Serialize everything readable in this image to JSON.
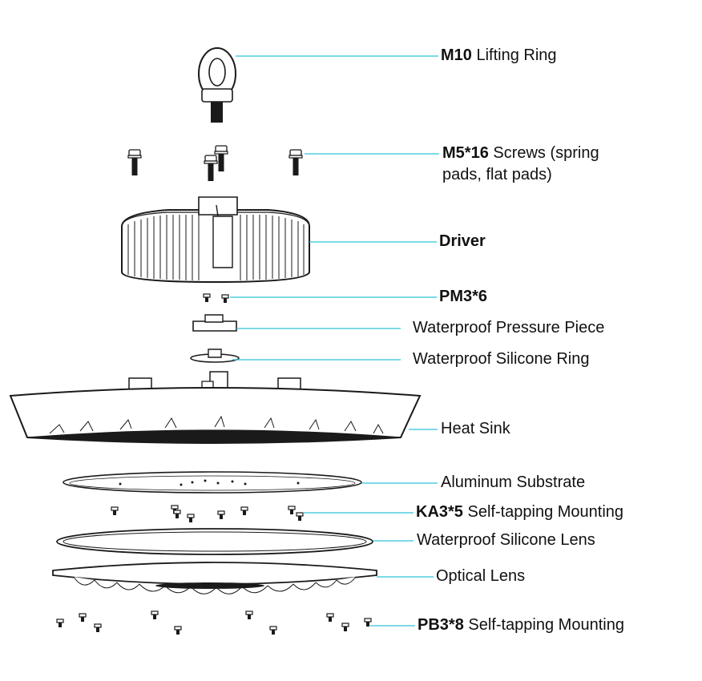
{
  "diagram": {
    "type": "exploded-assembly",
    "leader_color": "#2ec4d6",
    "stroke_color": "#1a1a1a",
    "labels": [
      {
        "id": "lifting-ring",
        "bold": "M10",
        "text": " Lifting Ring"
      },
      {
        "id": "screws",
        "bold": "M5*16",
        "text": " Screws (spring",
        "text2": "pads, flat pads)"
      },
      {
        "id": "driver",
        "bold": "Driver",
        "text": ""
      },
      {
        "id": "pm-screws",
        "bold": "PM3*6",
        "text": ""
      },
      {
        "id": "pressure-piece",
        "bold": "",
        "text": "Waterproof Pressure Piece"
      },
      {
        "id": "silicone-ring",
        "bold": "",
        "text": "Waterproof Silicone Ring"
      },
      {
        "id": "heat-sink",
        "bold": "",
        "text": "Heat Sink"
      },
      {
        "id": "substrate",
        "bold": "",
        "text": "Aluminum Substrate"
      },
      {
        "id": "ka-screws",
        "bold": "KA3*5",
        "text": " Self-tapping Mounting"
      },
      {
        "id": "silicone-lens",
        "bold": "",
        "text": "Waterproof Silicone Lens"
      },
      {
        "id": "optical-lens",
        "bold": "",
        "text": "Optical Lens"
      },
      {
        "id": "pb-screws",
        "bold": "PB3*8",
        "text": " Self-tapping Mounting"
      }
    ]
  }
}
